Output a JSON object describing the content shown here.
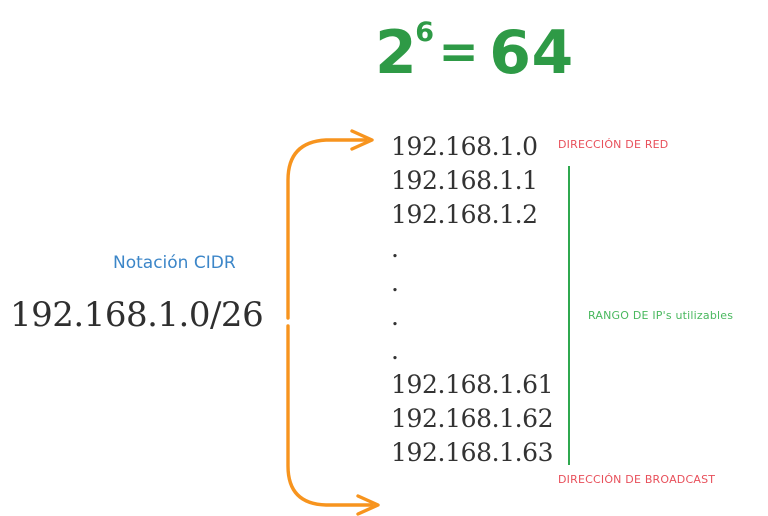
{
  "colors": {
    "green": "#2E9A46",
    "green_light": "#49B85E",
    "green_rule": "#2FA84F",
    "orange": "#F7941E",
    "blue": "#3C86C8",
    "red": "#E8505B",
    "dark_text": "#333333",
    "background": "#FFFFFF"
  },
  "formula": {
    "base": "2",
    "exponent": "6",
    "equals": "=",
    "result": "64"
  },
  "cidr": {
    "label": "Notación CIDR",
    "value": "192.168.1.0/26"
  },
  "ip_list": [
    {
      "text": "192.168.1.0",
      "kind": "address"
    },
    {
      "text": "192.168.1.1",
      "kind": "address"
    },
    {
      "text": "192.168.1.2",
      "kind": "address"
    },
    {
      "text": ".",
      "kind": "ellipsis"
    },
    {
      "text": ".",
      "kind": "ellipsis"
    },
    {
      "text": ".",
      "kind": "ellipsis"
    },
    {
      "text": ".",
      "kind": "ellipsis"
    },
    {
      "text": "192.168.1.61",
      "kind": "address"
    },
    {
      "text": "192.168.1.62",
      "kind": "address"
    },
    {
      "text": "192.168.1.63",
      "kind": "address"
    }
  ],
  "annotations": {
    "network": "DIRECCIÓN DE RED",
    "range": "RANGO DE IP's utilizables",
    "broadcast": "DIRECCIÓN DE BROADCAST"
  },
  "icons": {
    "top_arrow": "curved-arrow-up-right-icon",
    "bottom_arrow": "curved-arrow-down-right-icon",
    "range_rule": "vertical-rule-icon"
  }
}
